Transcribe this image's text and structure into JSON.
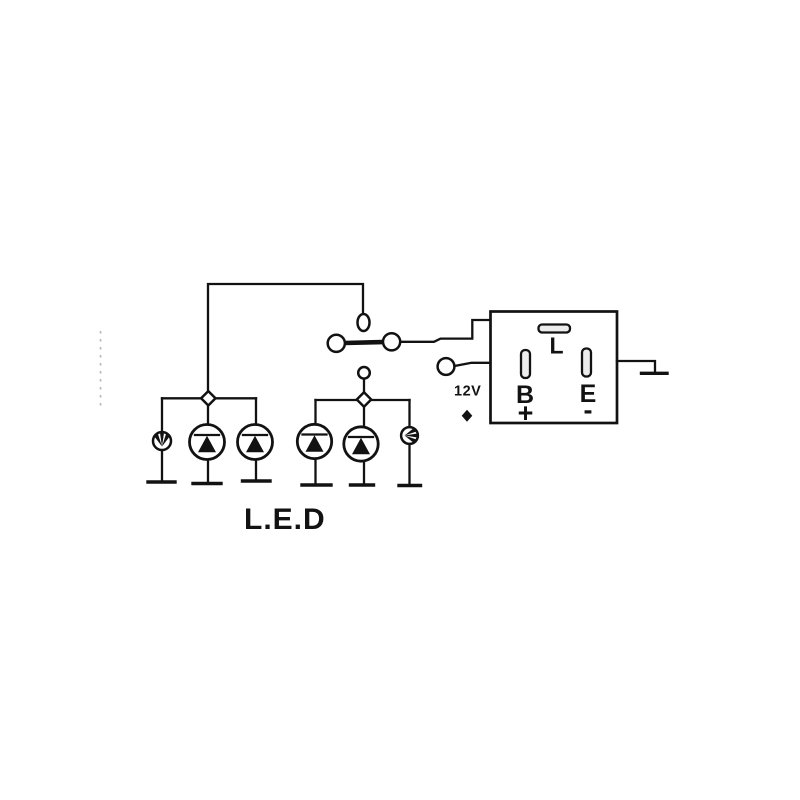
{
  "diagram": {
    "caption": "L.E.D",
    "supply_label": "12V",
    "relay": {
      "terminal_load": "L",
      "terminal_battery": "B",
      "battery_sign": "+",
      "terminal_earth": "E",
      "earth_sign": "-"
    },
    "colors": {
      "background": "#ffffff",
      "line": "#121212",
      "terminal_fill": "#ececec",
      "faint_mark": "#b5b5b5"
    }
  }
}
